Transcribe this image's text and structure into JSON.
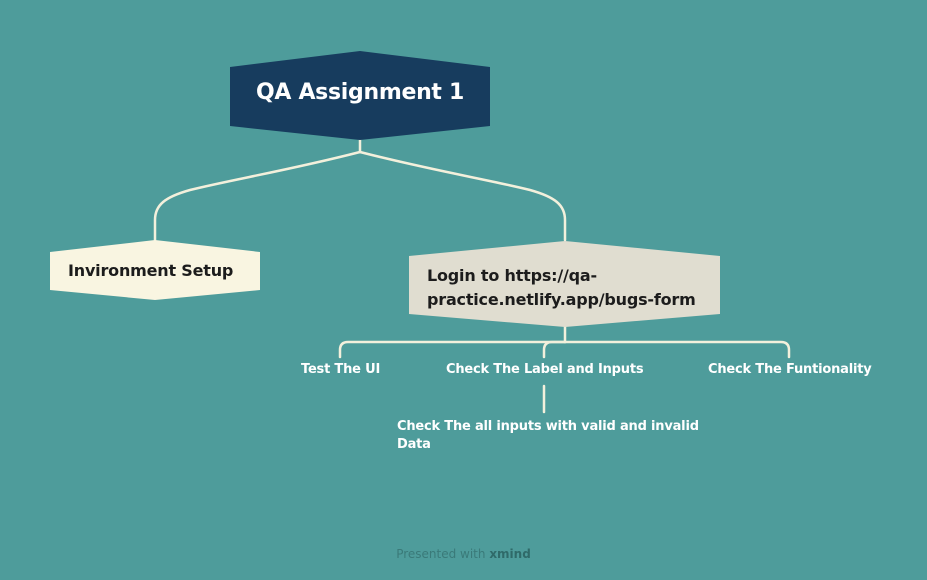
{
  "canvas": {
    "background": "#4e9c9b",
    "connector_color": "#f3f0dc"
  },
  "root": {
    "label": "QA Assignment 1",
    "fill": "#173c5e"
  },
  "branches": {
    "environment": {
      "label": "Invironment Setup",
      "fill": "#f9f5e1"
    },
    "login": {
      "label_line1": "Login to  https://qa-",
      "label_line2": "practice.netlify.app/bugs-form",
      "fill": "#e0ddd0"
    }
  },
  "subtopics": {
    "ui": "Test The UI",
    "label_inputs": "Check The Label and Inputs",
    "functionality": "Check The Funtionality",
    "inputs_detail_line1": "Check The all inputs with valid and invalid",
    "inputs_detail_line2": "Data"
  },
  "footer": {
    "prefix": "Presented with",
    "brand": "xmind"
  }
}
